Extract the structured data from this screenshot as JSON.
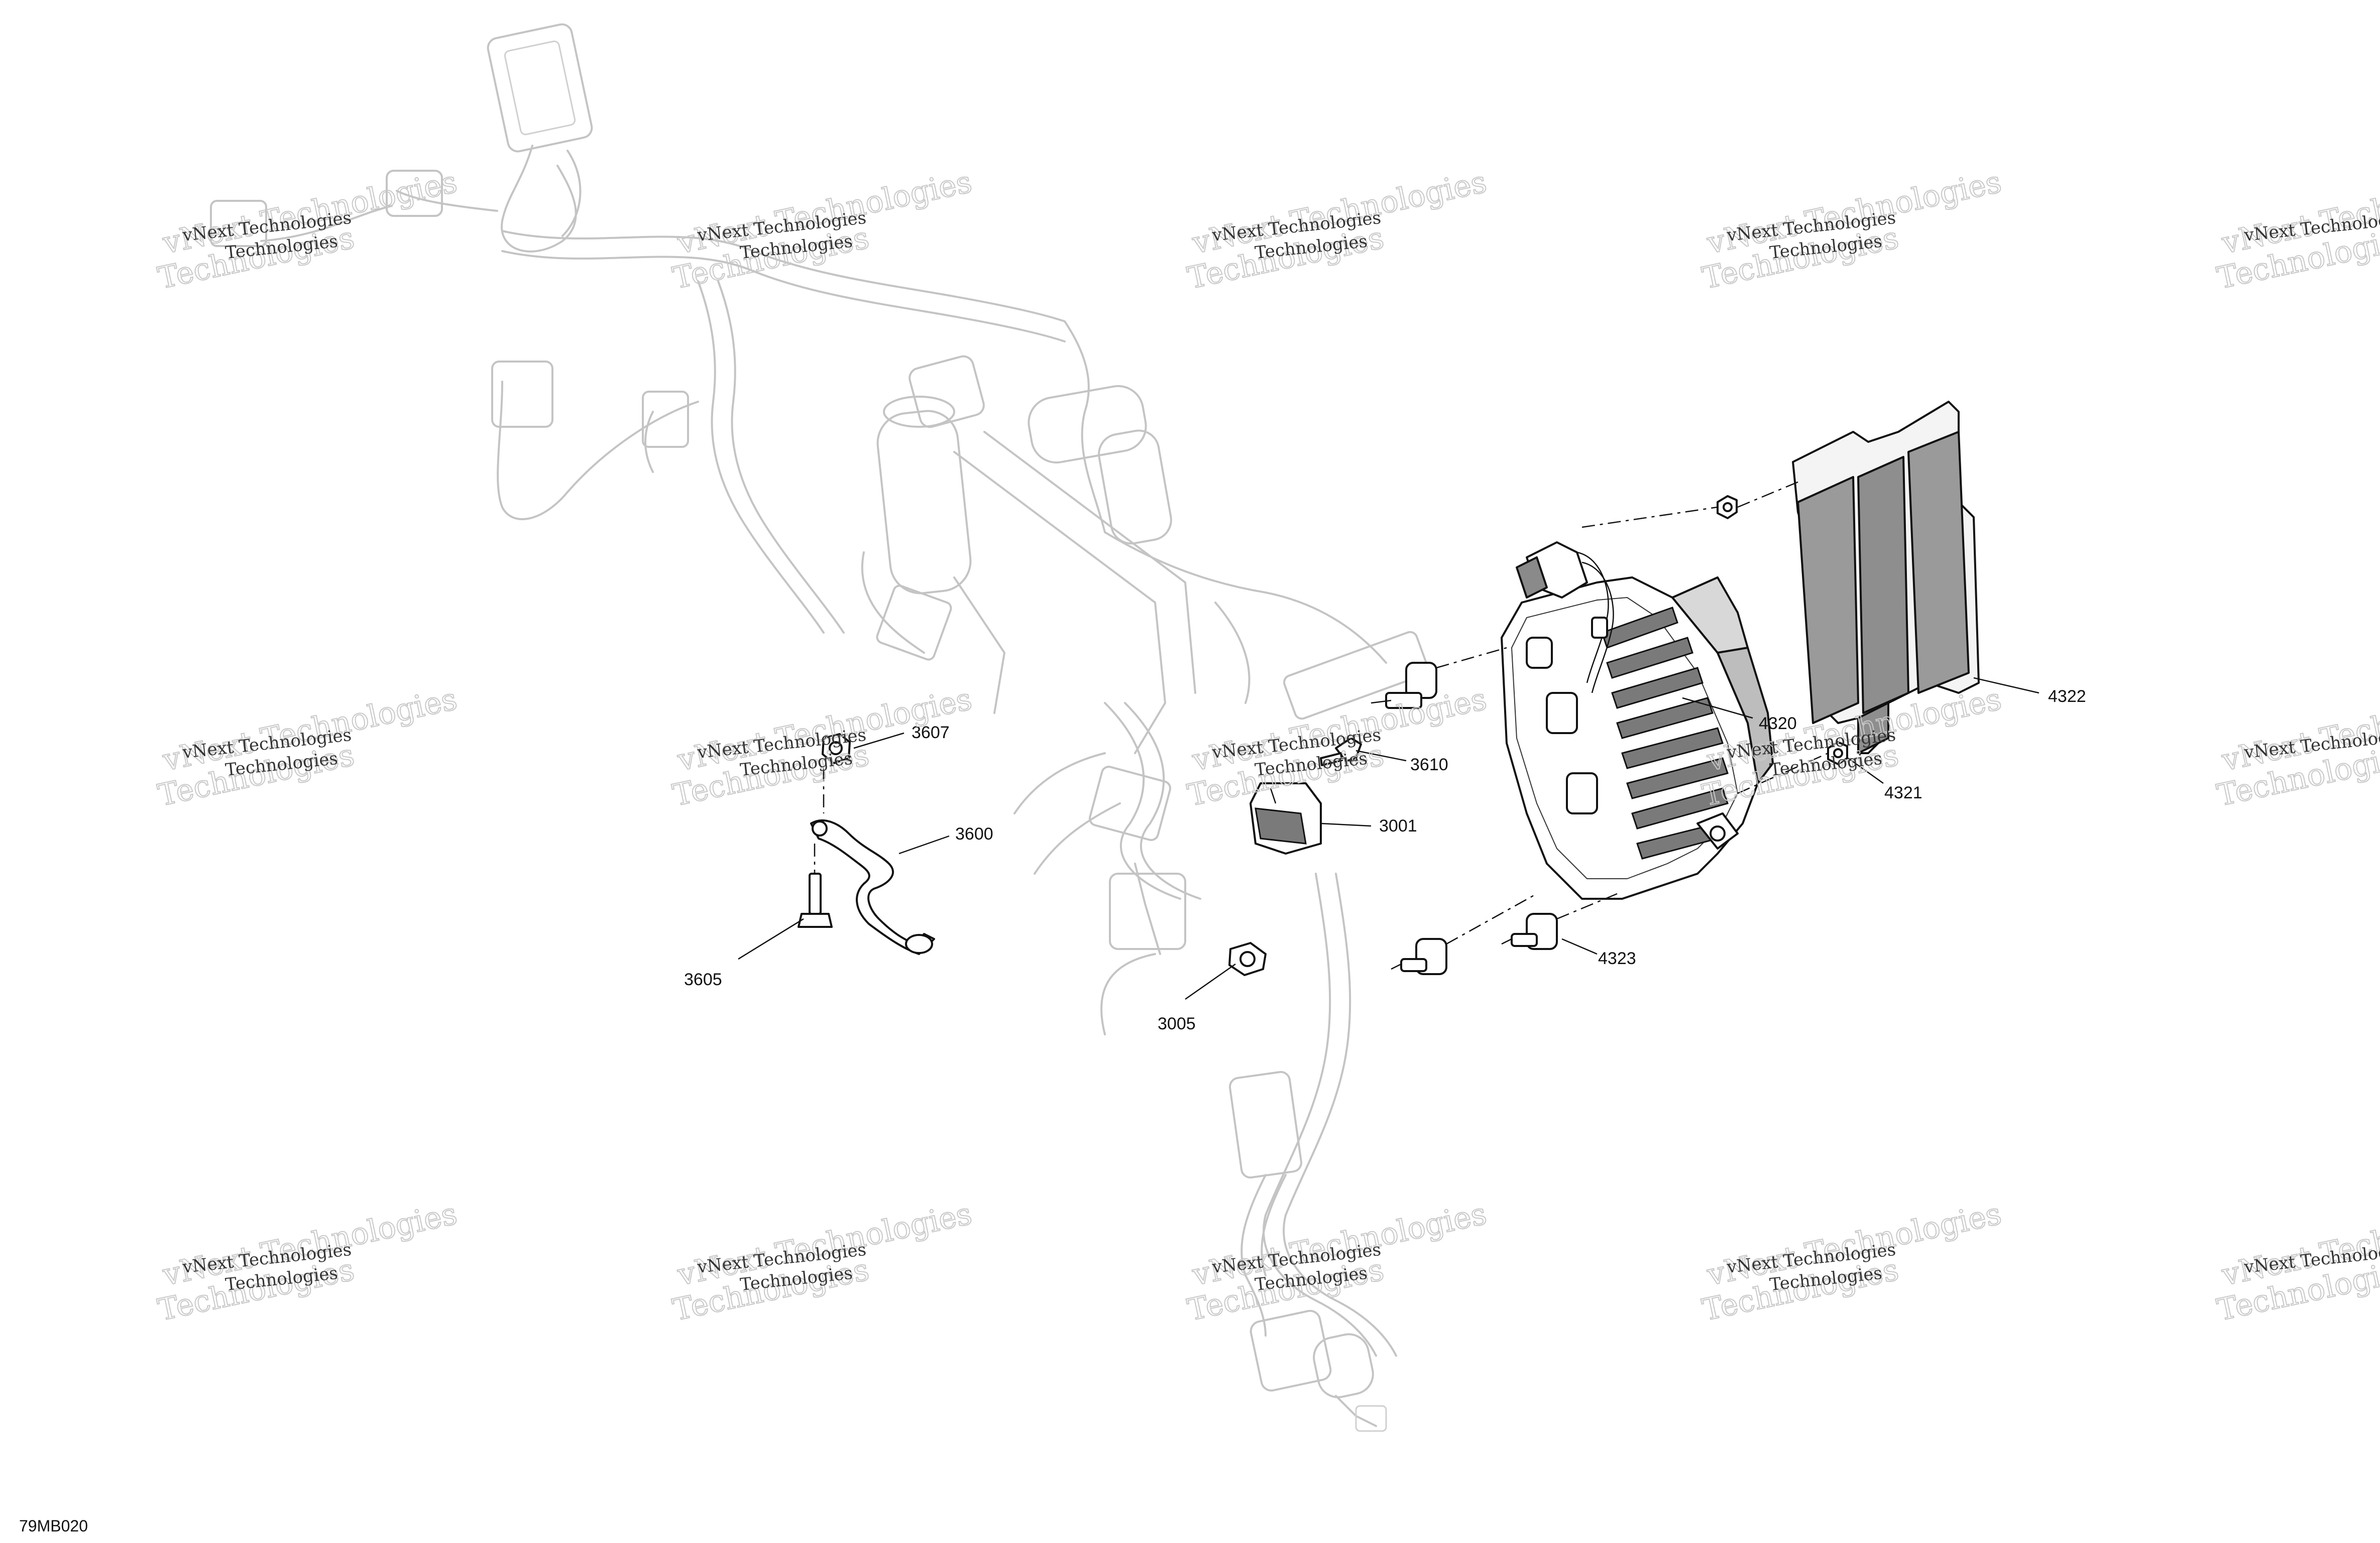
{
  "figure_code": "79MB020",
  "watermark": {
    "line1": "vNext Technologies",
    "line2": "Technologies"
  },
  "callouts": {
    "c3607": "3607",
    "c3600": "3600",
    "c3605": "3605",
    "c3610": "3610",
    "c3001": "3001",
    "c3005": "3005",
    "c4320": "4320",
    "c4321": "4321",
    "c4322": "4322",
    "c4323": "4323"
  }
}
